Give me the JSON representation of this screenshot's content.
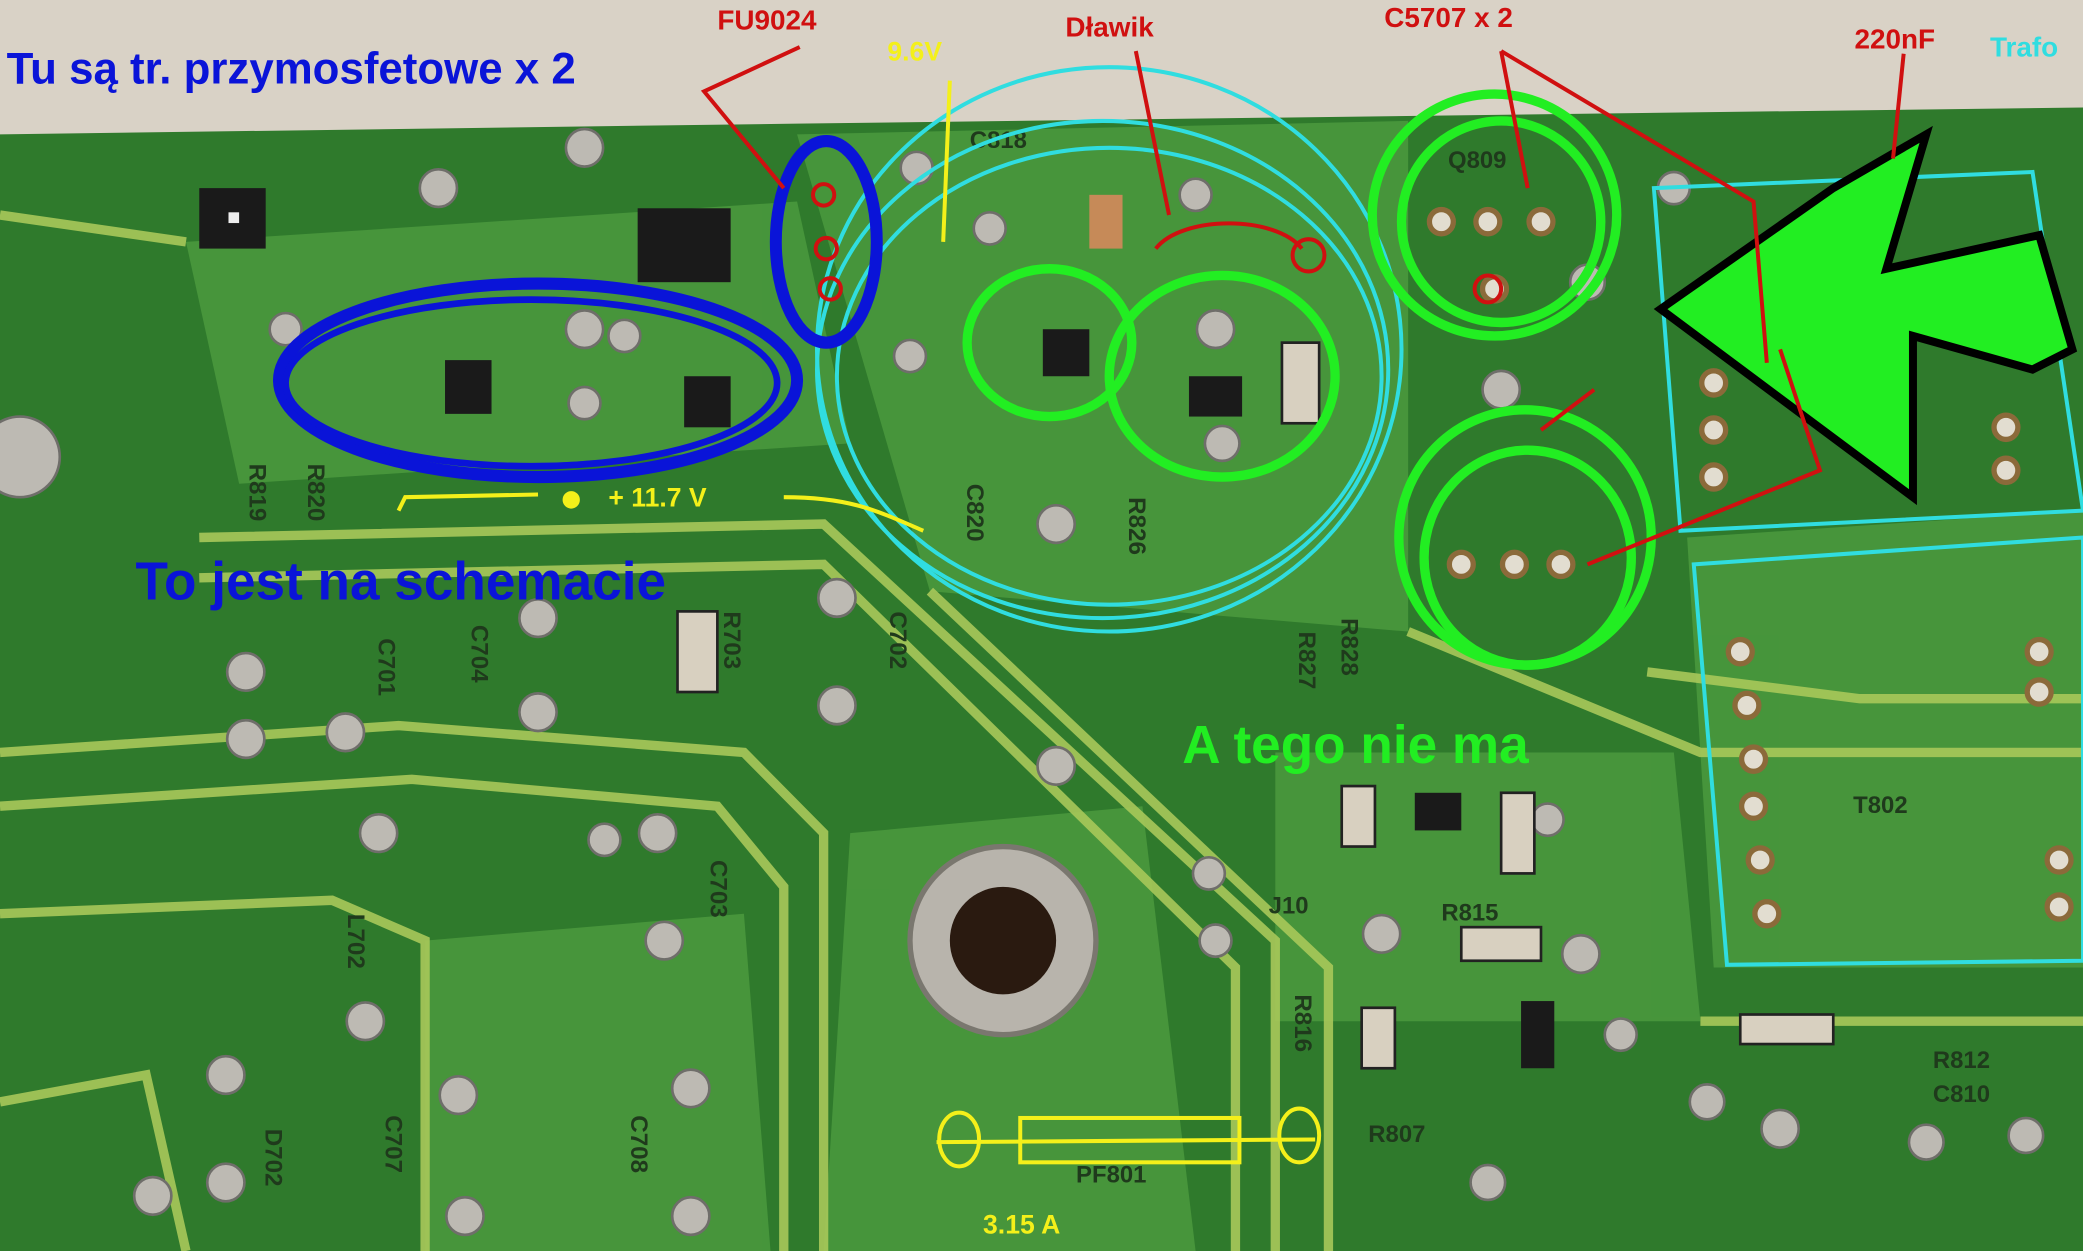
{
  "photo": {
    "subject": "pcb-bottom-side",
    "colors": {
      "background": "#d9d2c6",
      "board": "#2f7a2c",
      "trace": "#a8c85a",
      "solder": "#b9b6b0",
      "annotation_blue": "#0a14d8",
      "annotation_red": "#d01010",
      "annotation_green": "#22ee22",
      "annotation_yellow": "#f4f01a",
      "annotation_cyan": "#30dde0"
    }
  },
  "annotations": {
    "transistors_note": "Tu są tr. przymosfetowe x 2",
    "fuse_ref": "FU9024",
    "voltage_96": "9.6V",
    "choke": "Dławik",
    "capacitor": "C5707 x 2",
    "cap_220": "220nF",
    "transformer": "Trafo",
    "voltage_117": "+ 11.7 V",
    "schematic_note": "To jest na schemacie",
    "missing_note": "A tego nie ma",
    "fuse_rating": "3.15 A"
  },
  "silkscreen": [
    "C818",
    "C820",
    "R826",
    "R827",
    "R828",
    "C701",
    "C704",
    "R703",
    "C702",
    "L702",
    "C703",
    "C707",
    "C708",
    "D702",
    "PF801",
    "J10",
    "R815",
    "R816",
    "R807",
    "R812",
    "C810",
    "T802",
    "Q809",
    "R819",
    "R820"
  ]
}
